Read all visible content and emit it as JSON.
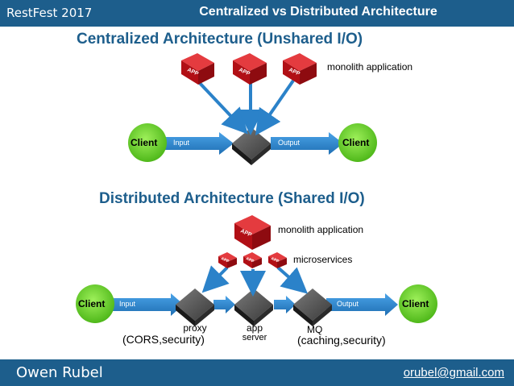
{
  "header": {
    "conference": "RestFest 2017",
    "title": "Centralized vs Distributed Architecture"
  },
  "footer": {
    "author": "Owen Rubel",
    "email": "orubel@gmail.com"
  },
  "centralized": {
    "heading": "Centralized Architecture (Unshared I/O)",
    "monolith_label": "monolith application",
    "app_label": "APP",
    "client_left": "Client",
    "client_right": "Client",
    "input_label": "Input",
    "output_label": "Output"
  },
  "distributed": {
    "heading": "Distributed Architecture (Shared I/O)",
    "monolith_label": "monolith application",
    "app_label": "APP",
    "microservices_label": "microservices",
    "micro_app_label": "APP",
    "client_left": "Client",
    "client_right": "Client",
    "input_label": "Input",
    "output_label": "Output",
    "proxy_label": "proxy",
    "proxy_sub": "(CORS,security)",
    "app_server_line1": "app",
    "app_server_line2": "server",
    "mq_label": "MQ",
    "mq_sub": "(caching,security)"
  },
  "colors": {
    "brand_blue": "#1d5e8c",
    "client_green": "#6bd32e",
    "arrow_blue": "#2b82c9",
    "app_red": "#c8161d"
  }
}
